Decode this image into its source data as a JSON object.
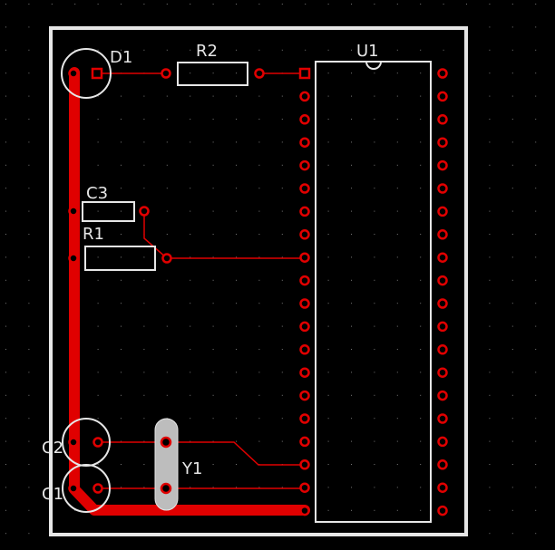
{
  "board": {
    "background": "#000000",
    "outline_color": "#e6e6e6",
    "trace_color": "#e00000",
    "pad_color": "#e00000",
    "silk_color": "#e6e6e6",
    "grid_dot_color": "#777777"
  },
  "components": {
    "d1": {
      "label": "D1"
    },
    "r2": {
      "label": "R2"
    },
    "u1": {
      "label": "U1"
    },
    "c3": {
      "label": "C3"
    },
    "r1": {
      "label": "R1"
    },
    "c2": {
      "label": "C2"
    },
    "c1": {
      "label": "C1"
    },
    "y1": {
      "label": "Y1"
    }
  }
}
